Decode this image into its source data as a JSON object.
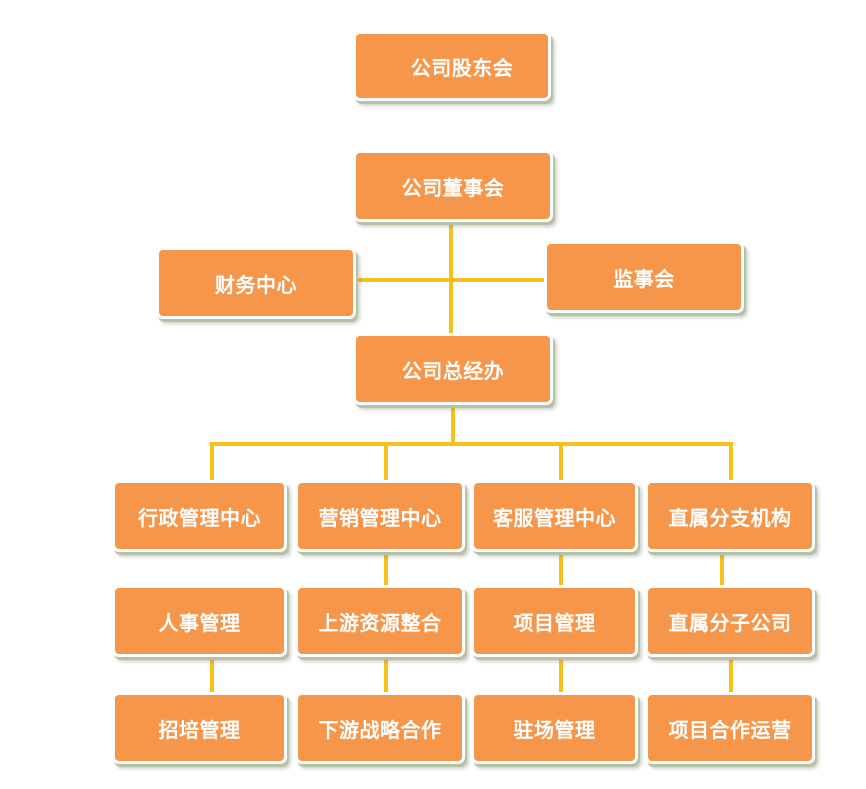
{
  "org_chart": {
    "top": "公司股东会",
    "board": "公司董事会",
    "finance": "财务中心",
    "supervisors": "监事会",
    "general_office": "公司总经办",
    "departments": [
      {
        "name": "行政管理中心",
        "children": [
          "人事管理",
          "招培管理"
        ]
      },
      {
        "name": "营销管理中心",
        "children": [
          "上游资源整合",
          "下游战略合作"
        ]
      },
      {
        "name": "客服管理中心",
        "children": [
          "项目管理",
          "驻场管理"
        ]
      },
      {
        "name": "直属分支机构",
        "children": [
          "直属分子公司",
          "项目合作运营"
        ]
      }
    ]
  },
  "colors": {
    "box_fill": "#f5964a",
    "connector": "#f5c21a",
    "text": "#ffffff"
  }
}
